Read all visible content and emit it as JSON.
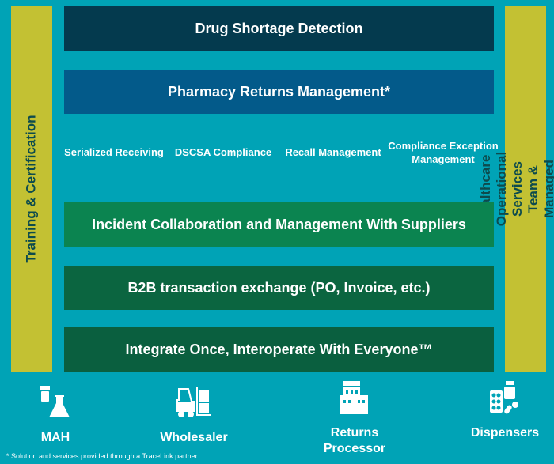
{
  "left_bar": "Training & Certification",
  "right_bar": "Healthcare Operational Services Team & Managed Services",
  "layers": [
    "Drug Shortage Detection",
    "Pharmacy Returns Management*"
  ],
  "features": [
    "Serialized Receiving",
    "DSCSA Compliance",
    "Recall Management",
    "Compliance Exception Management"
  ],
  "lower_layers": [
    "Incident Collaboration and Management With Suppliers",
    "B2B transaction exchange (PO, Invoice, etc.)",
    "Integrate Once, Interoperate With Everyone™"
  ],
  "entities": [
    {
      "label": "MAH",
      "icon": "lab-flask-icon"
    },
    {
      "label": "Wholesaler",
      "icon": "forklift-icon"
    },
    {
      "label": "Returns Processor",
      "icon": "building-icon"
    },
    {
      "label": "Dispensers",
      "icon": "pills-icon"
    }
  ],
  "footnote": "* Solution and services provided through a TraceLink partner.",
  "colors": {
    "background": "#00a3b6",
    "side": "#c3c133",
    "shortage": "#043a4e",
    "returns": "#035a8a",
    "incident": "#0b8450",
    "b2b": "#0b6540",
    "integrate": "#0a5f3f"
  }
}
